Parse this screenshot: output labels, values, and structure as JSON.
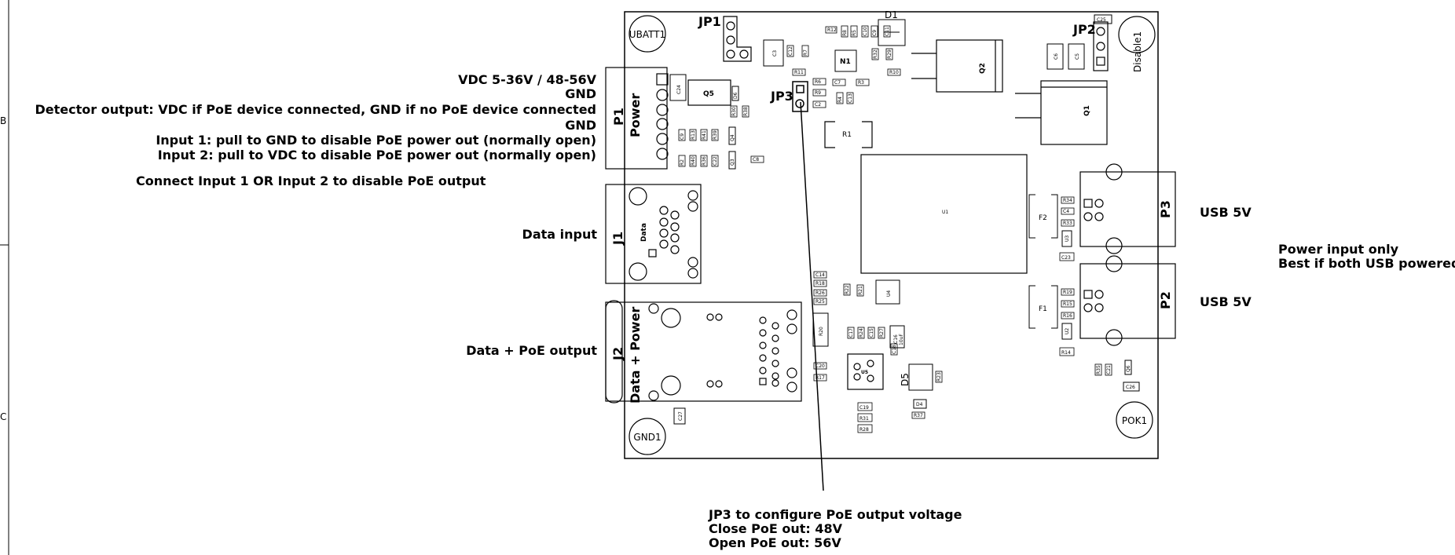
{
  "margin": {
    "row_b": "B",
    "row_c": "C"
  },
  "notes": {
    "power_pins": [
      "VDC 5-36V / 48-56V",
      "GND",
      "Detector output: VDC if PoE device connected, GND if no PoE device connected",
      "GND",
      "Input 1: pull to GND to disable PoE power out (normally open)",
      "Input 2: pull to VDC to disable PoE power out (normally open)"
    ],
    "disable_hint": "Connect Input 1 OR Input 2 to disable PoE output",
    "data_input": "Data input",
    "data_poe_output": "Data + PoE output",
    "usb_p3": "USB 5V",
    "usb_p2": "USB 5V",
    "power_input_only": [
      "Power input only",
      "Best if both USB powered"
    ],
    "jp3_lines": [
      "JP3 to configure PoE output voltage",
      "Close PoE out: 48V",
      "Open PoE out: 56V"
    ]
  },
  "board": {
    "holes": {
      "ubatt": "UBATT1",
      "gnd": "GND1",
      "pok": "POK1",
      "disable": "Disable1"
    },
    "jumpers": {
      "jp1": "JP1",
      "jp2": "JP2",
      "jp3": "JP3"
    },
    "connectors": {
      "p1_ref": "P1",
      "p1_label": "Power",
      "j1_ref": "J1",
      "j1_label": "Data",
      "j2_ref": "J2",
      "j2_label": "Data + Power",
      "p3_ref": "P3",
      "p2_ref": "P2"
    },
    "parts": {
      "q1": "Q1",
      "q2": "Q2",
      "q5": "Q5",
      "n1": "N1",
      "d1": "D1",
      "d5": "D5",
      "r1": "R1",
      "u1": "U1",
      "f1": "F1",
      "f2": "F2",
      "u2": "U2",
      "u3": "U3",
      "c3": "C3",
      "c5": "C5",
      "c6": "C6",
      "c24": "C24",
      "c25": "C25",
      "c26": "C26",
      "c27": "C27",
      "c16": "C16",
      "c16_val": "10uF",
      "u4": "U4",
      "r20": "R20",
      "q6": "Q6",
      "q4": "Q4",
      "q3": "Q3",
      "d4": "D4",
      "d6": "D6",
      "u5": "U5"
    },
    "small_refs": [
      "R12",
      "R8",
      "R5",
      "C10",
      "C9",
      "C11",
      "R29",
      "R32",
      "R10",
      "R11",
      "R6",
      "R9",
      "C2",
      "C7",
      "R3",
      "R4",
      "C13",
      "C12",
      "R7",
      "R30",
      "R38",
      "C8",
      "C9",
      "R2",
      "R13",
      "R41",
      "R39",
      "R40",
      "R36",
      "C22",
      "R35",
      "C21",
      "R34",
      "C4",
      "R33",
      "C23",
      "R19",
      "R15",
      "R16",
      "R14",
      "C14",
      "R18",
      "R26",
      "R25",
      "R22",
      "R21",
      "C17",
      "R24",
      "C15",
      "R27",
      "C18",
      "C20",
      "R17",
      "R23",
      "C19",
      "R31",
      "R28",
      "R37"
    ]
  }
}
